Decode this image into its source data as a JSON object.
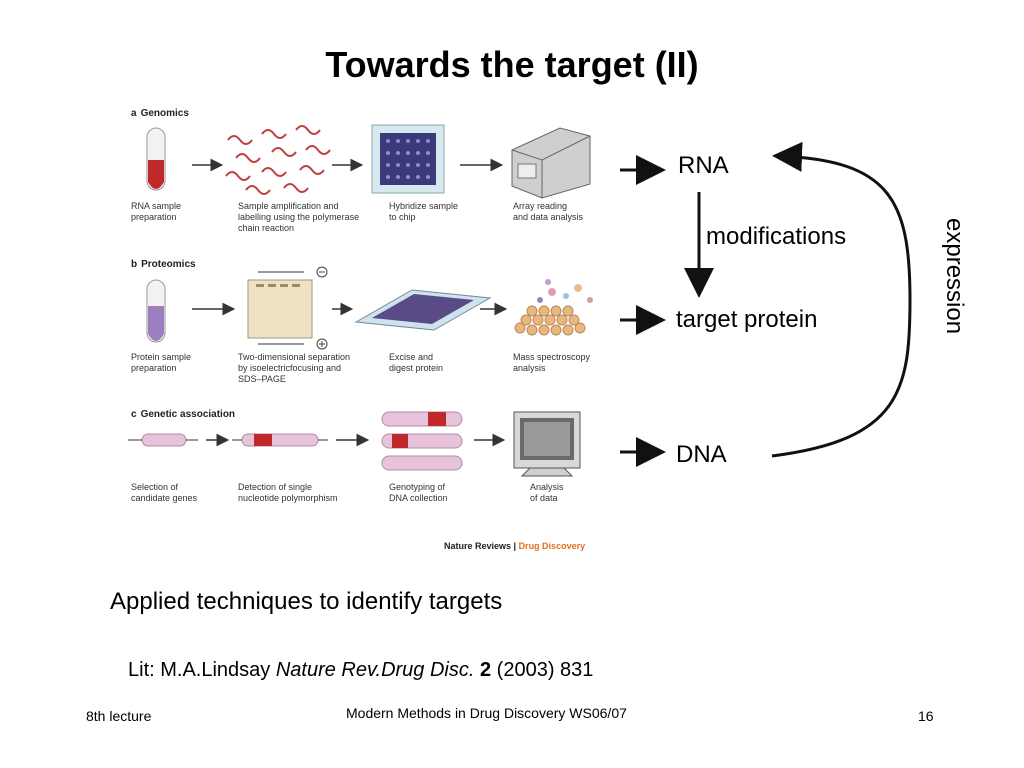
{
  "slide": {
    "title": "Towards the target (II)",
    "subtitle": "Applied techniques to identify targets",
    "literature": {
      "prefix": "Lit: M.A.Lindsay ",
      "journal": "Nature Rev.Drug Disc.",
      "volume": "2",
      "rest": " (2003) 831"
    },
    "footer": {
      "left": "8th lecture",
      "center": "Modern Methods in Drug Discovery WS06/07",
      "page": "16"
    }
  },
  "figure": {
    "sections": [
      {
        "letter": "a",
        "name": "Genomics",
        "steps": [
          "RNA sample\npreparation",
          "Sample amplification and\nlabelling using the polymerase\nchain reaction",
          "Hybridize sample\nto chip",
          "Array reading\nand data analysis"
        ]
      },
      {
        "letter": "b",
        "name": "Proteomics",
        "steps": [
          "Protein sample\npreparation",
          "Two-dimensional separation\nby isoelectricfocusing and\nSDS–PAGE",
          "Excise and\ndigest protein",
          "Mass spectroscopy\nanalysis"
        ]
      },
      {
        "letter": "c",
        "name": "Genetic association",
        "steps": [
          "Selection of\ncandidate genes",
          "Detection of single\nnucleotide polymorphism",
          "Genotyping of\nDNA collection",
          "Analysis\nof data"
        ]
      }
    ],
    "credit": {
      "journal": "Nature Reviews",
      "separator": " | ",
      "section": "Drug Discovery"
    },
    "colors": {
      "rna_tube": "#c0282c",
      "protein_tube": "#9b7fc0",
      "dna_segment": "#e8c4dc",
      "snp": "#c0282c",
      "credit_accent": "#e07020"
    }
  },
  "labels": {
    "rna": "RNA",
    "target_protein": "target protein",
    "dna": "DNA",
    "modifications": "modifications",
    "expression": "expression"
  }
}
